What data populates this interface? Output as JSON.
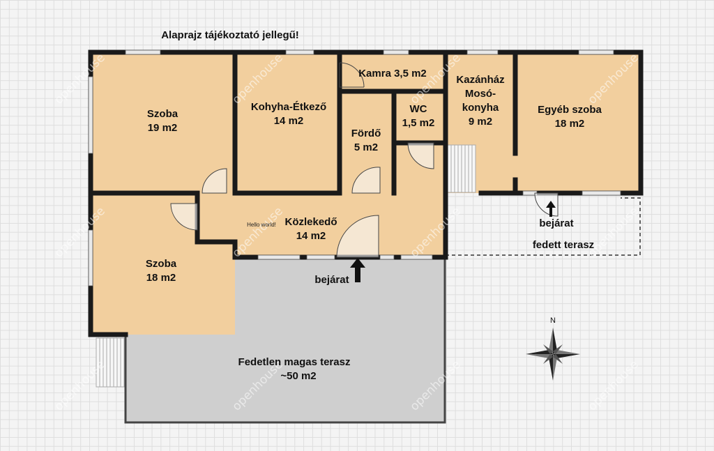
{
  "note": "Alaprajz tájékoztató jellegű!",
  "rooms": {
    "szoba1": {
      "name": "Szoba",
      "area": "19 m2"
    },
    "konyha": {
      "name": "Kohyha-Étkező",
      "area": "14 m2"
    },
    "kamra": {
      "name": "Kamra 3,5 m2"
    },
    "furdo": {
      "name": "Fördő",
      "area": "5 m2"
    },
    "wc": {
      "name": "WC",
      "area": "1,5 m2"
    },
    "kazanhaz": {
      "line1": "Kazánház",
      "line2": "Mosó-",
      "line3": "konyha",
      "area": "9 m2"
    },
    "egyeb": {
      "name": "Egyéb szoba",
      "area": "18 m2"
    },
    "kozlekedo": {
      "name": "Közlekedő",
      "area": "14 m2"
    },
    "szoba2": {
      "name": "Szoba",
      "area": "18 m2"
    },
    "terasz": {
      "name": "Fedetlen magas terasz",
      "area": "~50 m2"
    }
  },
  "hello_text": "Hello world!",
  "entrance_main": "bejárat",
  "entrance_side": "bejárat",
  "covered_terrace": "fedett terasz",
  "compass_north": "N",
  "watermark_text": "openhouse",
  "colors": {
    "room": "#f2cf9e",
    "terrace": "#cfcfcf",
    "wall": "#1a1a1a",
    "window": "#e9e9e9"
  }
}
